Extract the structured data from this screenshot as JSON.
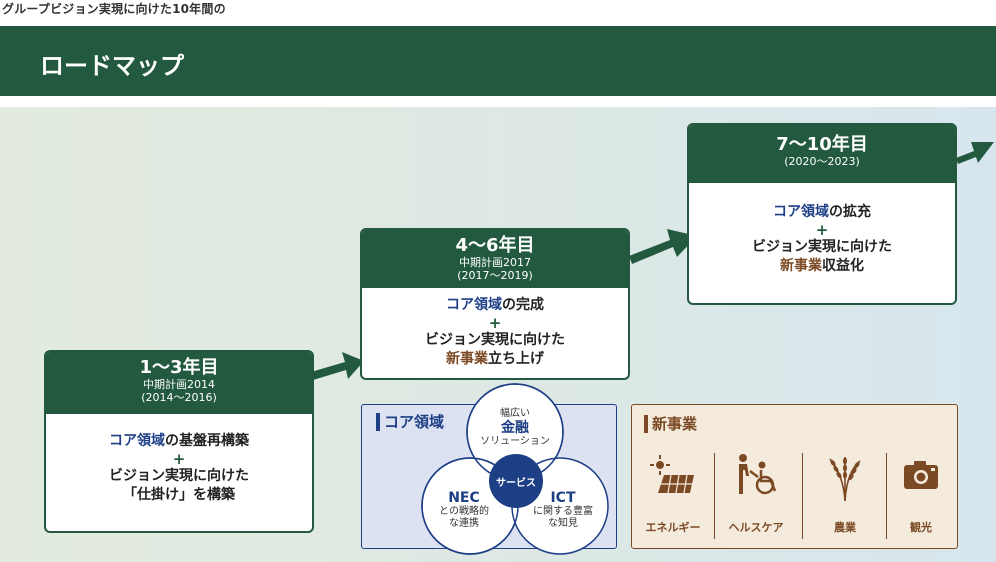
{
  "caption": "グループビジョン実現に向けた10年間の",
  "header": {
    "title": "ロードマップ"
  },
  "stages": [
    {
      "years": "1〜3年目",
      "plan": "中期計画2014",
      "range": "(2014〜2016)",
      "core_term": "コア領域",
      "line1_rest": "の基盤再構築",
      "plus": "+",
      "line2": "ビジョン実現に向けた",
      "line3": "「仕掛け」を構築"
    },
    {
      "years": "4〜6年目",
      "plan": "中期計画2017",
      "range": "(2017〜2019)",
      "core_term": "コア領域",
      "line1_rest": "の完成",
      "plus": "+",
      "line2": "ビジョン実現に向けた",
      "new_term": "新事業",
      "line3_rest": "立ち上げ"
    },
    {
      "years": "7〜10年目",
      "range": "(2020〜2023)",
      "core_term": "コア領域",
      "line1_rest": "の拡充",
      "plus": "+",
      "line2": "ビジョン実現に向けた",
      "new_term": "新事業",
      "line3_rest": "収益化"
    }
  ],
  "core": {
    "title": "コア領域",
    "top": {
      "small1": "幅広い",
      "big": "金融",
      "small2": "ソリューション"
    },
    "left": {
      "big": "NEC",
      "small1": "との戦略的",
      "small2": "な連携"
    },
    "right": {
      "big": "ICT",
      "small1": "に関する豊富",
      "small2": "な知見"
    },
    "center": "サービス"
  },
  "new_business": {
    "title": "新事業",
    "items": [
      {
        "label": "エネルギー",
        "icon": "solar-panel-icon"
      },
      {
        "label": "ヘルスケア",
        "icon": "wheelchair-care-icon"
      },
      {
        "label": "農業",
        "icon": "rice-plant-icon"
      },
      {
        "label": "観光",
        "icon": "camera-icon"
      }
    ]
  },
  "colors": {
    "green": "#22593f",
    "navy": "#1d3f86",
    "brown": "#7b4a25"
  }
}
